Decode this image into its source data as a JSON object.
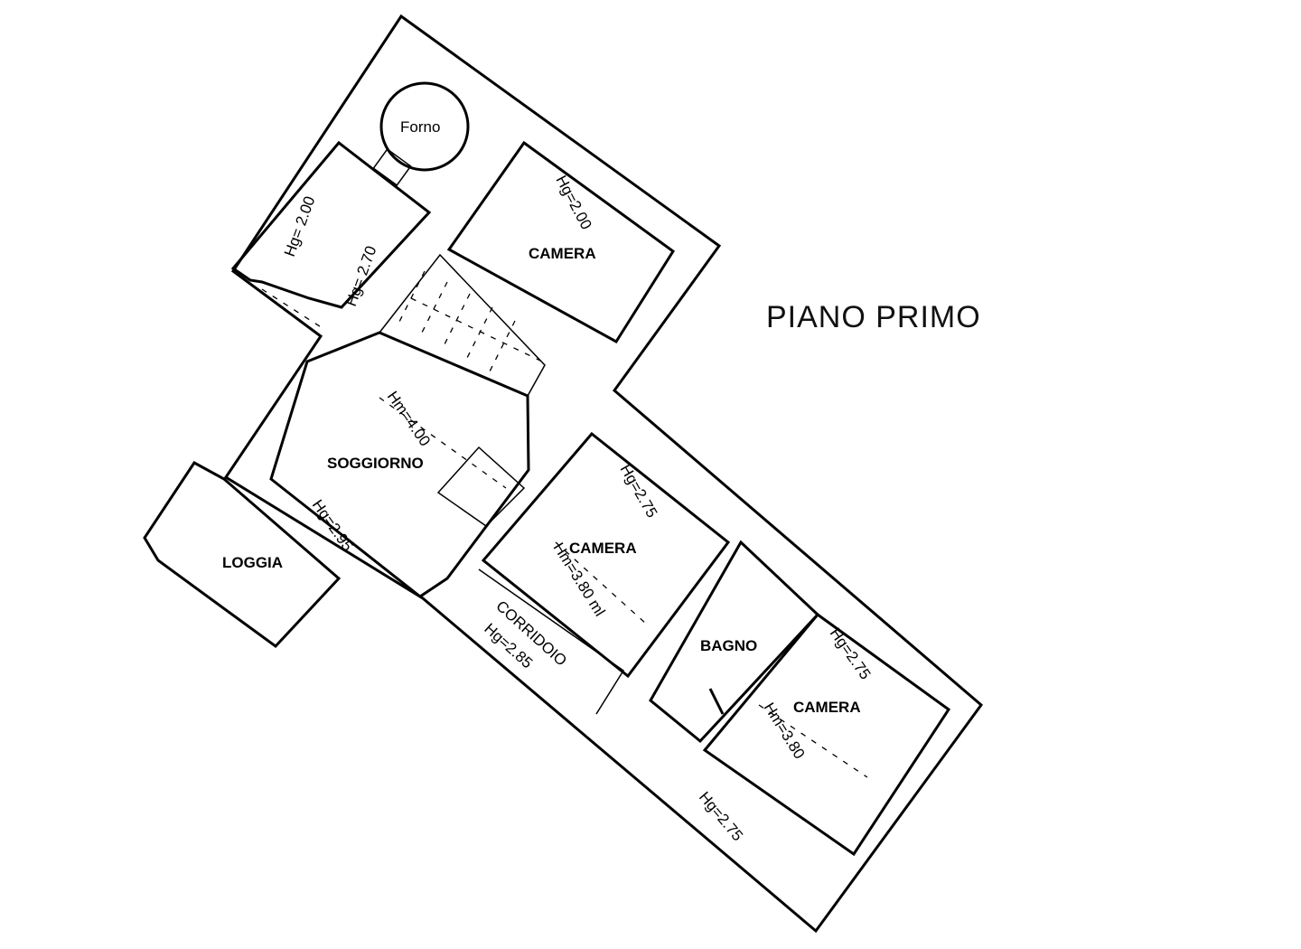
{
  "title": "PIANO PRIMO",
  "rooms": {
    "forno": "Forno",
    "store_hg1": "Hg= 2.00",
    "store_hg2": "Hg= 2.70",
    "camera1": "CAMERA",
    "camera1_hg": "Hg=2.00",
    "soggiorno": "SOGGIORNO",
    "soggiorno_hm": "Hm=4.00",
    "soggiorno_hg": "Hg=2.95",
    "loggia": "LOGGIA",
    "camera2": "CAMERA",
    "camera2_hg": "Hg=2.75",
    "camera2_hm": "Hm=3.80 ml",
    "corridoio": "CORRIDOIO",
    "corridoio_hg": "Hg=2.85",
    "bagno": "BAGNO",
    "camera3": "CAMERA",
    "camera3_hg": "Hg=2.75",
    "camera3_hm": "Hm=3.80",
    "camera3_hg2": "Hg=2.75"
  }
}
